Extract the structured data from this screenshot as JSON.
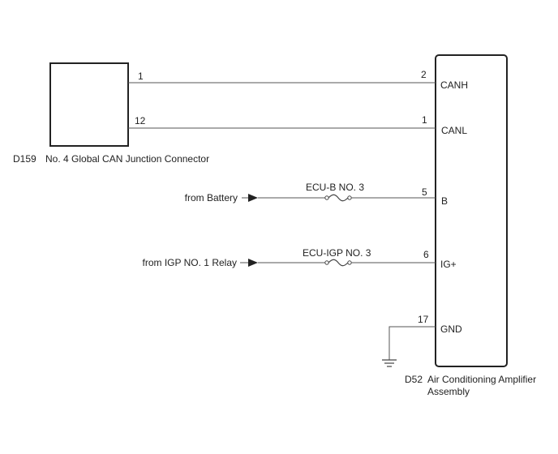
{
  "connector_d159": {
    "code": "D159",
    "name": "No. 4 Global CAN Junction Connector",
    "pin_canh": "1",
    "pin_canl": "12"
  },
  "amplifier_d52": {
    "code": "D52",
    "name_line1": "Air Conditioning Amplifier",
    "name_line2": "Assembly",
    "pins": {
      "canh": {
        "num": "2",
        "label": "CANH"
      },
      "canl": {
        "num": "1",
        "label": "CANL"
      },
      "b": {
        "num": "5",
        "label": "B"
      },
      "ig": {
        "num": "6",
        "label": "IG+"
      },
      "gnd": {
        "num": "17",
        "label": "GND"
      }
    }
  },
  "sources": {
    "battery": "from Battery",
    "igp_relay": "from IGP NO. 1 Relay"
  },
  "fuses": {
    "ecu_b": "ECU-B NO. 3",
    "ecu_igp": "ECU-IGP NO. 3"
  }
}
